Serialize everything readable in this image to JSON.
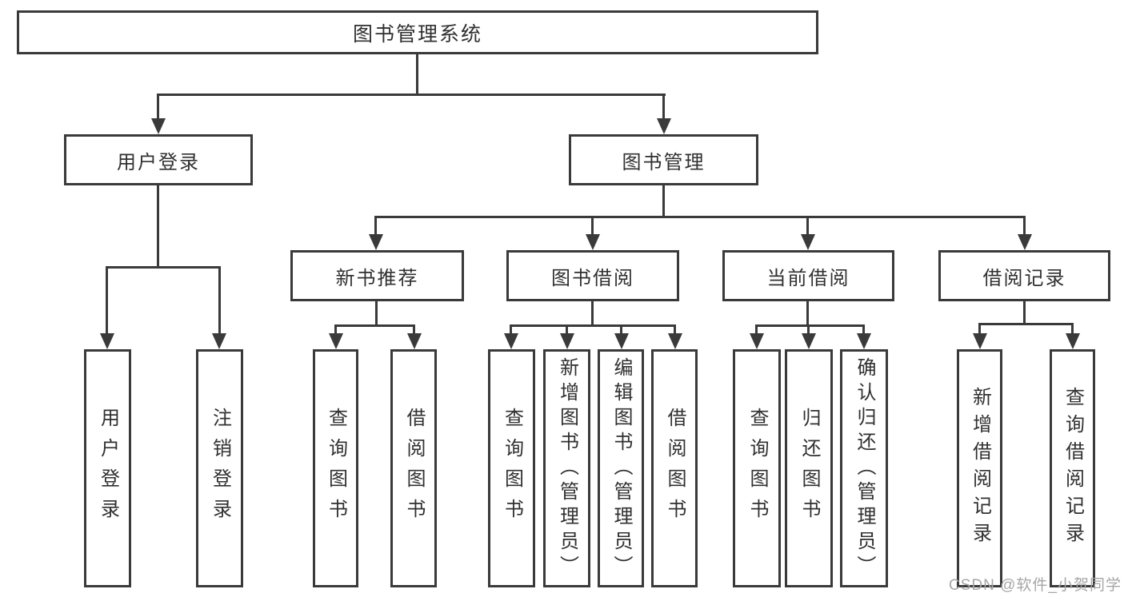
{
  "diagram": {
    "title": "图书管理系统",
    "type": "hierarchy-tree",
    "colors": {
      "background": "#ffffff",
      "line": "#3a3a3a",
      "text": "#303030",
      "watermark": "#a6a6a6"
    },
    "nodes": {
      "root": "图书管理系统",
      "user_login": "用户登录",
      "book_mgmt": "图书管理",
      "new_book_rec": "新书推荐",
      "book_borrow": "图书借阅",
      "current_borrow": "当前借阅",
      "borrow_records": "借阅记录",
      "leaf_user_login": "用户登录",
      "leaf_logout": "注销登录",
      "leaf_query_book_newrec": "查询图书",
      "leaf_borrow_book_newrec": "借阅图书",
      "leaf_query_book_borrow": "查询图书",
      "leaf_add_book_admin": "新增图书（管理员）",
      "leaf_edit_book_admin": "编辑图书（管理员）",
      "leaf_borrow_book_borrow": "借阅图书",
      "leaf_query_book_current": "查询图书",
      "leaf_return_book": "归还图书",
      "leaf_confirm_return_admin": "确认归还（管理员）",
      "leaf_add_borrow_record": "新增借阅记录",
      "leaf_query_borrow_record": "查询借阅记录"
    },
    "edges": [
      [
        "图书管理系统",
        "用户登录"
      ],
      [
        "图书管理系统",
        "图书管理"
      ],
      [
        "用户登录",
        "用户登录"
      ],
      [
        "用户登录",
        "注销登录"
      ],
      [
        "图书管理",
        "新书推荐"
      ],
      [
        "图书管理",
        "图书借阅"
      ],
      [
        "图书管理",
        "当前借阅"
      ],
      [
        "图书管理",
        "借阅记录"
      ],
      [
        "新书推荐",
        "查询图书"
      ],
      [
        "新书推荐",
        "借阅图书"
      ],
      [
        "图书借阅",
        "查询图书"
      ],
      [
        "图书借阅",
        "新增图书（管理员）"
      ],
      [
        "图书借阅",
        "编辑图书（管理员）"
      ],
      [
        "图书借阅",
        "借阅图书"
      ],
      [
        "当前借阅",
        "查询图书"
      ],
      [
        "当前借阅",
        "归还图书"
      ],
      [
        "当前借阅",
        "确认归还（管理员）"
      ],
      [
        "借阅记录",
        "新增借阅记录"
      ],
      [
        "借阅记录",
        "查询借阅记录"
      ]
    ]
  },
  "watermark": {
    "text": "CSDN @软件_小贺同学"
  }
}
